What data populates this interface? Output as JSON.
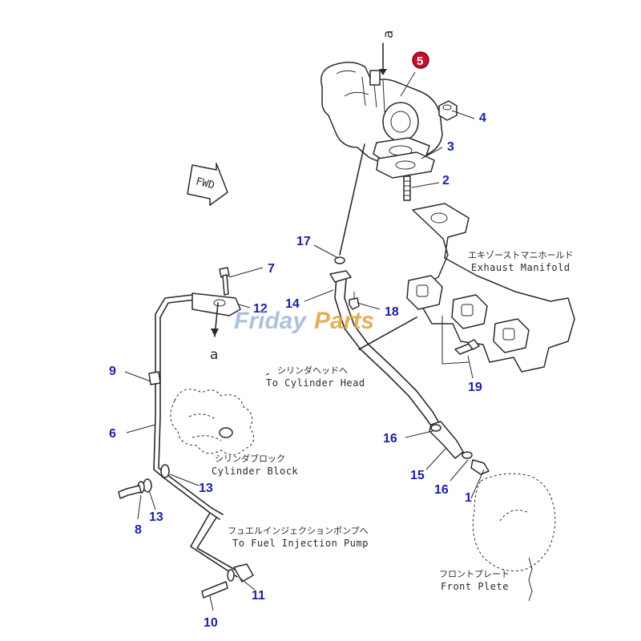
{
  "callouts": [
    {
      "id": "c1",
      "text": "1"
    },
    {
      "id": "c2",
      "text": "2"
    },
    {
      "id": "c3",
      "text": "3"
    },
    {
      "id": "c4",
      "text": "4"
    },
    {
      "id": "c5",
      "text": "5"
    },
    {
      "id": "c6",
      "text": "6"
    },
    {
      "id": "c7",
      "text": "7"
    },
    {
      "id": "c8",
      "text": "8"
    },
    {
      "id": "c9",
      "text": "9"
    },
    {
      "id": "c10",
      "text": "10"
    },
    {
      "id": "c11",
      "text": "11"
    },
    {
      "id": "c12",
      "text": "12"
    },
    {
      "id": "c13a",
      "text": "13"
    },
    {
      "id": "c13b",
      "text": "13"
    },
    {
      "id": "c14",
      "text": "14"
    },
    {
      "id": "c15",
      "text": "15"
    },
    {
      "id": "c16a",
      "text": "16"
    },
    {
      "id": "c16b",
      "text": "16"
    },
    {
      "id": "c17",
      "text": "17"
    },
    {
      "id": "c18",
      "text": "18"
    },
    {
      "id": "c19",
      "text": "19"
    }
  ],
  "labels": {
    "exhaust_manifold_jp": "エキゾーストマニホールド",
    "exhaust_manifold_en": "Exhaust Manifold",
    "cylinder_head_jp": "シリンダヘッドへ",
    "cylinder_head_en": "To Cylinder Head",
    "cylinder_block_jp": "シリンダブロック",
    "cylinder_block_en": "Cylinder Block",
    "fuel_pump_jp": "フュエルインジェクションポンプへ",
    "fuel_pump_en": "To Fuel Injection Pump",
    "front_plate_jp": "フロントプレート",
    "front_plate_en": "Front Plete",
    "fwd": "FWD",
    "ref_a_top": "a",
    "ref_a_mid": "a"
  },
  "watermark": {
    "part1": "Friday",
    "part2": "Parts"
  },
  "colors": {
    "callout": "#1a1fa8",
    "badge": "#c8102e",
    "line": "#2a2a2a"
  }
}
